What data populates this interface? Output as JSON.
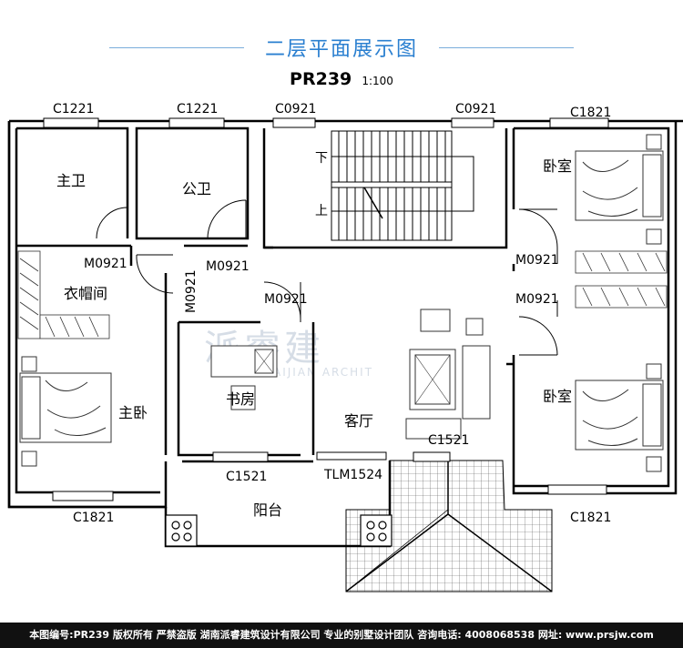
{
  "header": {
    "title": "二层平面展示图",
    "plan_code": "PR239",
    "scale": "1:100"
  },
  "windows": {
    "w1": "C1221",
    "w2": "C1221",
    "w3": "C0921",
    "w4": "C0921",
    "w5": "C1821",
    "w6": "C1821",
    "w7": "C1521",
    "w8": "C1821",
    "w9": "C1521"
  },
  "doors": {
    "d1": "M0921",
    "d2": "M0921",
    "d3": "M0921",
    "d4": "M0921",
    "d5": "M0921",
    "d6": "M0921",
    "slide": "TLM1524"
  },
  "rooms": {
    "master_bath": "主卫",
    "public_bath": "公卫",
    "cloakroom": "衣帽间",
    "master_bed": "主卧",
    "study": "书房",
    "living": "客厅",
    "balcony": "阳台",
    "bedroom_top": "卧室",
    "bedroom_bottom": "卧室"
  },
  "stairs": {
    "down": "下",
    "up": "上"
  },
  "watermark": {
    "main": "派睿建",
    "sub": "AIJIAN ARCHIT"
  },
  "footer": "本图编号:PR239 版权所有 严禁盗版 湖南派睿建筑设计有限公司 专业的别墅设计团队 咨询电话: 4008068538 网址: www.prsjw.com",
  "colors": {
    "accent": "#2a7fd0",
    "wall": "#000000",
    "footer_bg": "#111111"
  }
}
